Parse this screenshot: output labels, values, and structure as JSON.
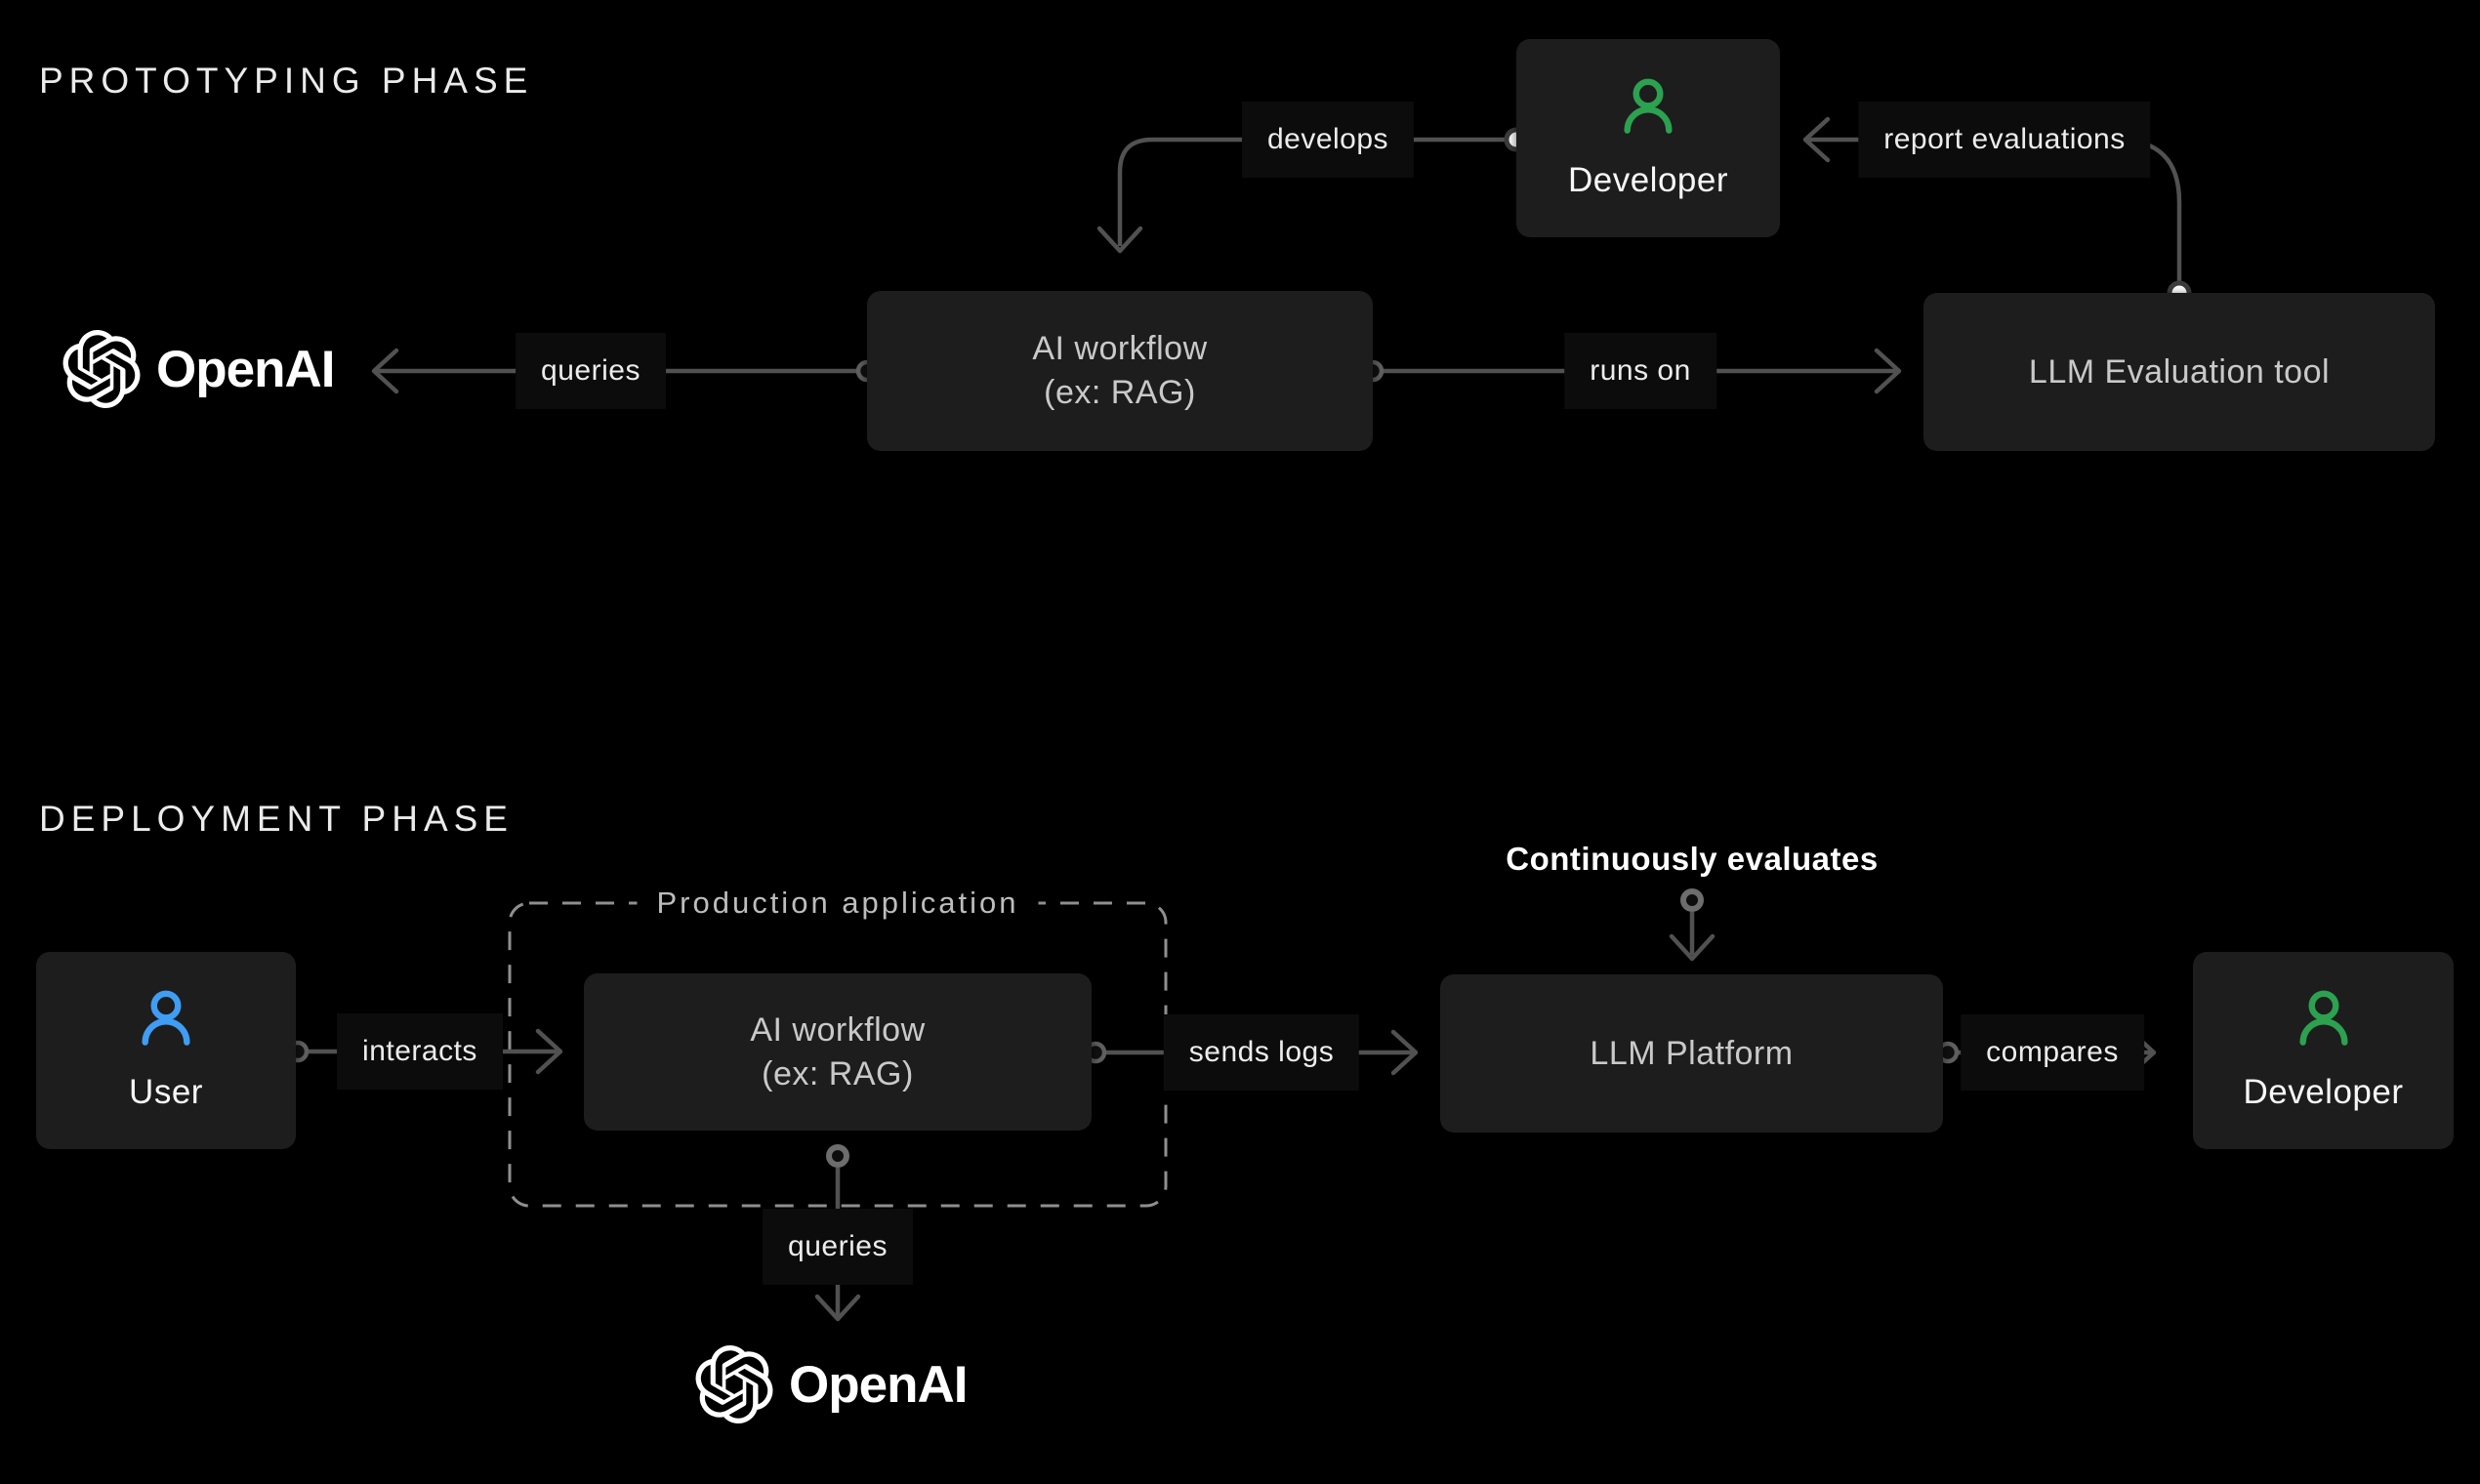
{
  "brand": {
    "wordmark": "OpenAI"
  },
  "prototyping": {
    "title": "PROTOTYPING PHASE",
    "nodes": {
      "ai_workflow": {
        "line1": "AI workflow",
        "line2": "(ex: RAG)"
      },
      "developer": {
        "label": "Developer"
      },
      "llm_eval_tool": {
        "label": "LLM Evaluation tool"
      }
    },
    "edges": {
      "develops": "develops",
      "queries": "queries",
      "runs_on": "runs on",
      "report_evaluations": "report evaluations"
    }
  },
  "deployment": {
    "title": "DEPLOYMENT PHASE",
    "production_app_label": "Production application",
    "continuously_evaluates": "Continuously evaluates",
    "nodes": {
      "user": {
        "label": "User"
      },
      "ai_workflow": {
        "line1": "AI workflow",
        "line2": "(ex: RAG)"
      },
      "llm_platform": {
        "label": "LLM Platform"
      },
      "developer": {
        "label": "Developer"
      }
    },
    "edges": {
      "interacts": "interacts",
      "sends_logs": "sends logs",
      "compares": "compares",
      "queries": "queries"
    }
  },
  "icons": {
    "openai": "openai-logo-icon",
    "developer": "person-icon-green",
    "user": "person-icon-blue"
  },
  "colors": {
    "background": "#000000",
    "node_bg": "#1d1d1d",
    "developer_icon": "#2ca150",
    "user_icon": "#3f9df4",
    "line": "#515151",
    "chip_bg": "#0c0c0c",
    "dashed_border": "#8f8f8f"
  }
}
